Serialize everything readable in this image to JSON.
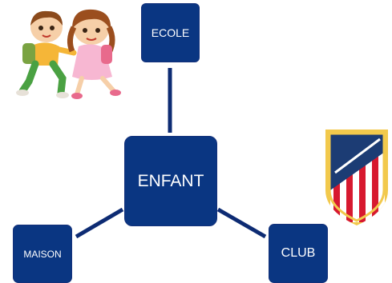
{
  "diagram": {
    "center": {
      "label": "ENFANT"
    },
    "nodes": [
      {
        "id": "ecole",
        "label": "ECOLE"
      },
      {
        "id": "maison",
        "label": "MAISON"
      },
      {
        "id": "club",
        "label": "CLUB"
      }
    ]
  },
  "colors": {
    "node_fill": "#0a3682",
    "connector": "#0d2b73",
    "node_text": "#ffffff"
  },
  "images": [
    {
      "name": "children-running-illustration",
      "near": "ecole"
    },
    {
      "name": "club-crest-icon",
      "near": "club"
    }
  ]
}
